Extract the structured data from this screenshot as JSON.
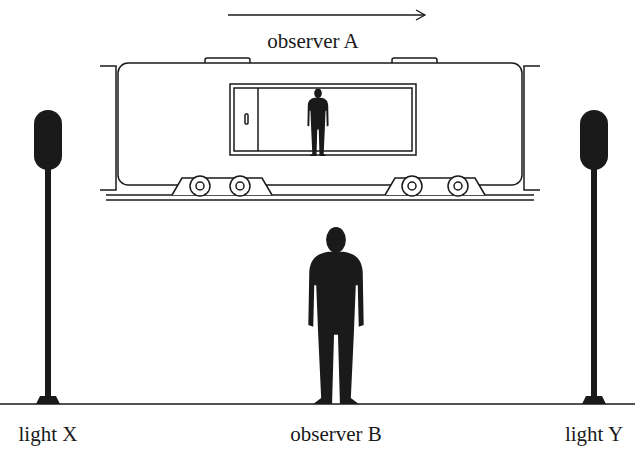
{
  "diagram": {
    "labels": [
      "observer A",
      "light X",
      "observer B",
      "light Y"
    ]
  }
}
